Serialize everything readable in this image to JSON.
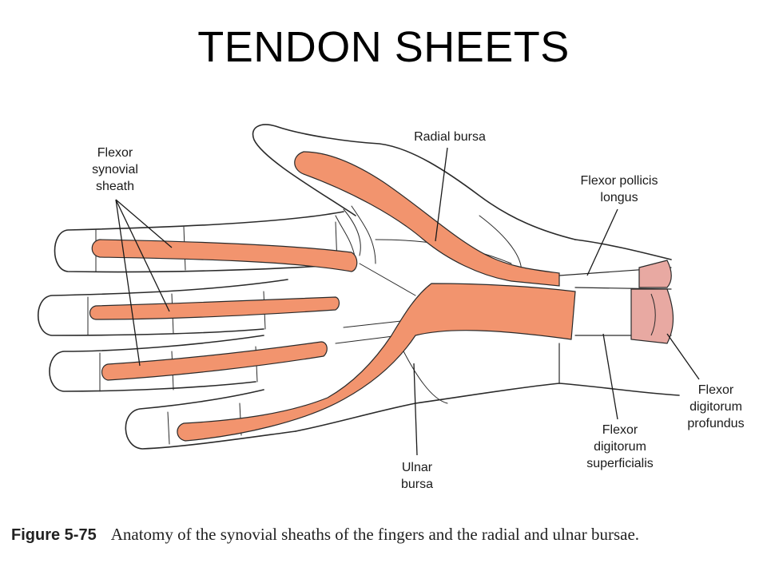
{
  "title": "TENDON SHEETS",
  "colors": {
    "sheath": "#F2946E",
    "outline": "#2a2a2a",
    "muscle": "#E8A9A2",
    "background": "#FFFFFF"
  },
  "labels": {
    "flexor_synovial_sheath": [
      "Flexor",
      "synovial",
      "sheath"
    ],
    "radial_bursa": [
      "Radial bursa"
    ],
    "flexor_pollicis_longus": [
      "Flexor pollicis",
      "longus"
    ],
    "flexor_digitorum_profundus": [
      "Flexor",
      "digitorum",
      "profundus"
    ],
    "flexor_digitorum_superficialis": [
      "Flexor",
      "digitorum",
      "superficialis"
    ],
    "ulnar_bursa": [
      "Ulnar",
      "bursa"
    ]
  },
  "caption": {
    "label": "Figure 5-75",
    "text": "Anatomy of the synovial sheaths of the fingers and the radial and ulnar bursae."
  }
}
